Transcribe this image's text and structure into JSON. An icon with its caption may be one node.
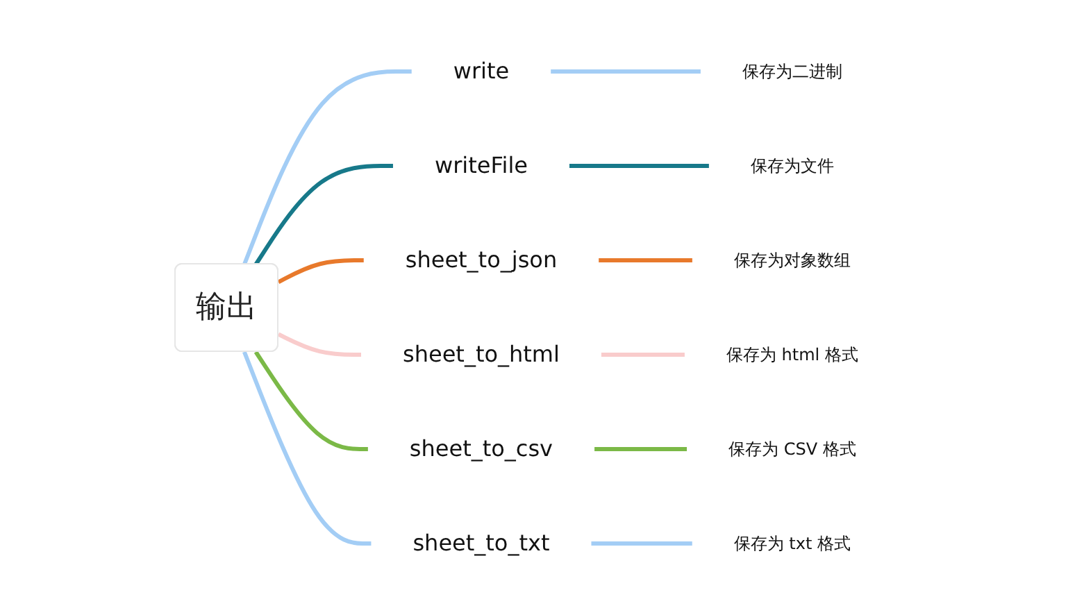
{
  "diagram": {
    "nodes": [
      {
        "text": [
          "输出"
        ]
      },
      {
        "text": [
          "write"
        ]
      },
      {
        "text": [
          "保存为二进制"
        ]
      },
      {
        "text": [
          "writeFile"
        ]
      },
      {
        "text": [
          "保存为文件"
        ]
      },
      {
        "text": [
          "sheet_to_json"
        ]
      },
      {
        "text": [
          "保存为对象数组"
        ]
      },
      {
        "text": [
          "sheet_to_html"
        ]
      },
      {
        "text": [
          "保存为 html 格式"
        ]
      },
      {
        "text": [
          "sheet_to_csv"
        ]
      },
      {
        "text": [
          "保存为 CSV 格式"
        ]
      },
      {
        "text": [
          "sheet_to_txt"
        ]
      },
      {
        "text": [
          "保存为 txt 格式"
        ]
      }
    ],
    "edges": [
      {
        "from": 0,
        "to": 1,
        "arrow": "none",
        "color": "#a3cdf5"
      },
      {
        "from": 1,
        "to": 2,
        "arrow": "none",
        "color": "#a3cdf5"
      },
      {
        "from": 0,
        "to": 3,
        "arrow": "none",
        "color": "#17798a"
      },
      {
        "from": 3,
        "to": 4,
        "arrow": "none",
        "color": "#17798a"
      },
      {
        "from": 0,
        "to": 5,
        "arrow": "none",
        "color": "#e8792b"
      },
      {
        "from": 5,
        "to": 6,
        "arrow": "none",
        "color": "#e8792b"
      },
      {
        "from": 0,
        "to": 7,
        "arrow": "none",
        "color": "#f9cccc"
      },
      {
        "from": 7,
        "to": 8,
        "arrow": "none",
        "color": "#f9cccc"
      },
      {
        "from": 0,
        "to": 9,
        "arrow": "none",
        "color": "#7bb947"
      },
      {
        "from": 9,
        "to": 10,
        "arrow": "none",
        "color": "#7bb947"
      },
      {
        "from": 0,
        "to": 11,
        "arrow": "none",
        "color": "#a3cdf5"
      },
      {
        "from": 11,
        "to": 12,
        "arrow": "none",
        "color": "#a3cdf5"
      }
    ]
  }
}
